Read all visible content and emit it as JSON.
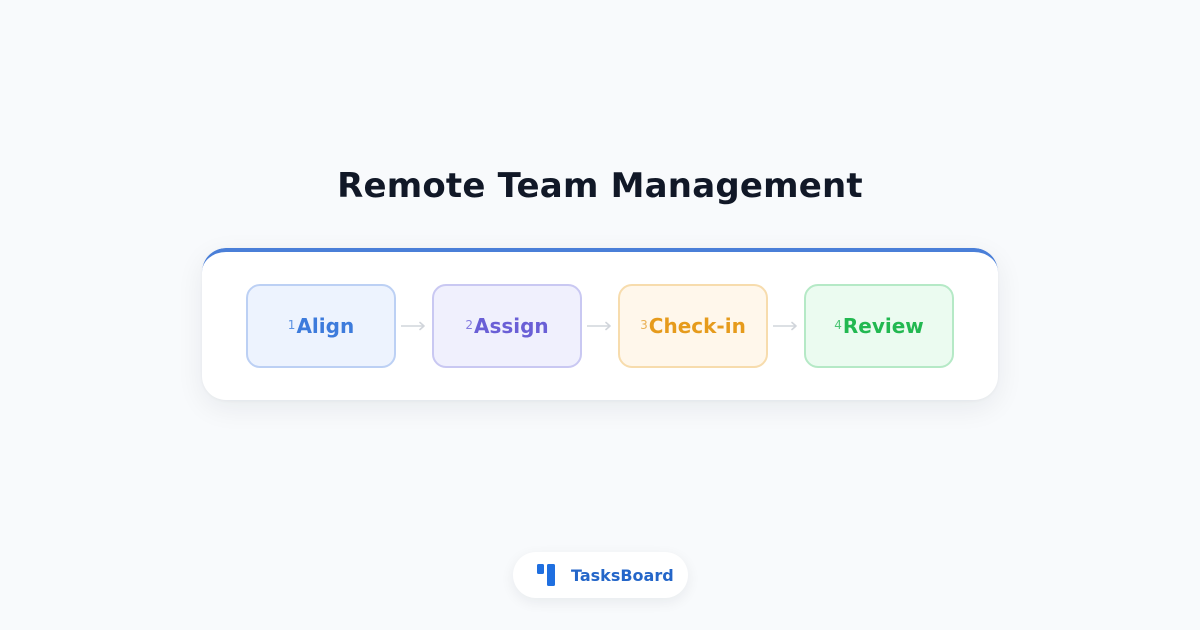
{
  "title": "Remote Team Management",
  "colors": {
    "accent": "#4a7fd8",
    "step1": "#3d7bdc",
    "step2": "#6a5fd6",
    "step3": "#e69b1c",
    "step4": "#22b851",
    "brand": "#2466c9"
  },
  "steps": [
    {
      "number": "1",
      "label": "Align"
    },
    {
      "number": "2",
      "label": "Assign"
    },
    {
      "number": "3",
      "label": "Check-in"
    },
    {
      "number": "4",
      "label": "Review"
    }
  ],
  "arrow_icon": "arrow-right-icon",
  "brand": {
    "icon": "tasksboard-logo-icon",
    "name": "TasksBoard"
  }
}
